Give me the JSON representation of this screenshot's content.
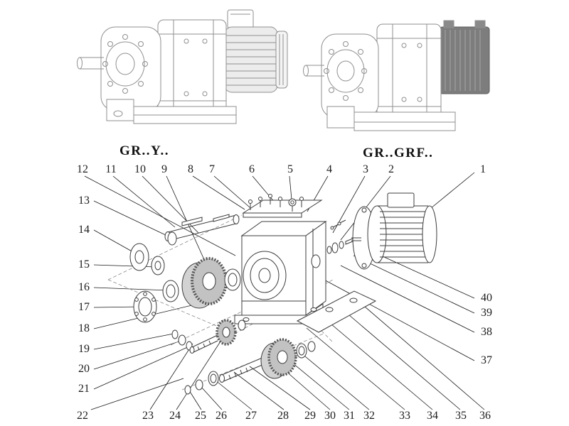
{
  "figure": {
    "variant_labels": {
      "left": "GR..Y..",
      "right": "GR..GRF.."
    },
    "callouts": {
      "top": [
        "12",
        "11",
        "10",
        "9",
        "8",
        "7",
        "6",
        "5",
        "4",
        "3",
        "2",
        "1"
      ],
      "left": [
        "13",
        "14",
        "15",
        "16",
        "17",
        "18",
        "19",
        "20",
        "21",
        "22"
      ],
      "bottom": [
        "23",
        "24",
        "25",
        "26",
        "27",
        "28",
        "29",
        "30",
        "31",
        "32",
        "33",
        "34",
        "35",
        "36"
      ],
      "right": [
        "40",
        "39",
        "38",
        "37"
      ]
    },
    "colors": {
      "line_light": "#8f8f8f",
      "line_dark": "#3c3c3c",
      "gear_fill": "#c2c2c2",
      "leader": "#1a1a1a"
    }
  }
}
